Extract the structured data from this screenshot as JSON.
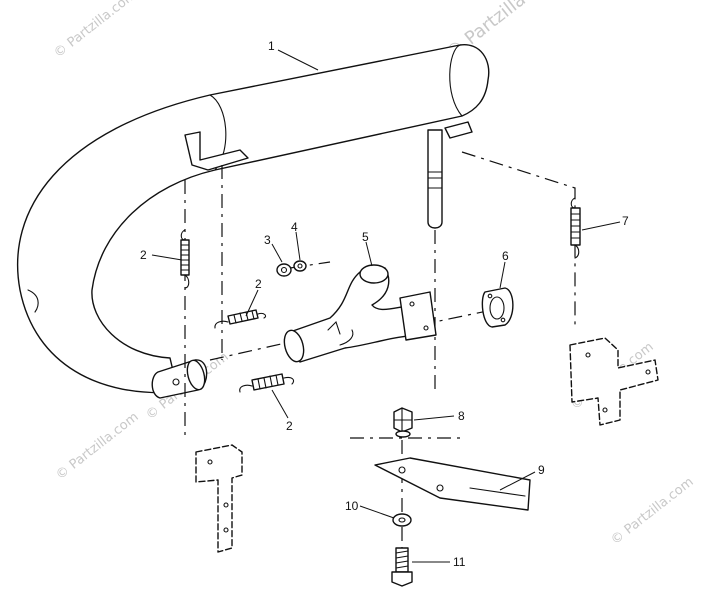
{
  "watermark": {
    "text": "© Partzilla.com",
    "top_right": "© Partzilla"
  },
  "callouts": [
    {
      "id": 1,
      "label": "1"
    },
    {
      "id": 2,
      "label": "2"
    },
    {
      "id": 3,
      "label": "3"
    },
    {
      "id": 4,
      "label": "4"
    },
    {
      "id": 5,
      "label": "5"
    },
    {
      "id": 6,
      "label": "6"
    },
    {
      "id": 7,
      "label": "7"
    },
    {
      "id": 8,
      "label": "8"
    },
    {
      "id": 9,
      "label": "9"
    },
    {
      "id": 10,
      "label": "10"
    },
    {
      "id": 11,
      "label": "11"
    }
  ],
  "colors": {
    "line": "#111111",
    "watermark": "#c8c8c8",
    "background": "#ffffff"
  }
}
